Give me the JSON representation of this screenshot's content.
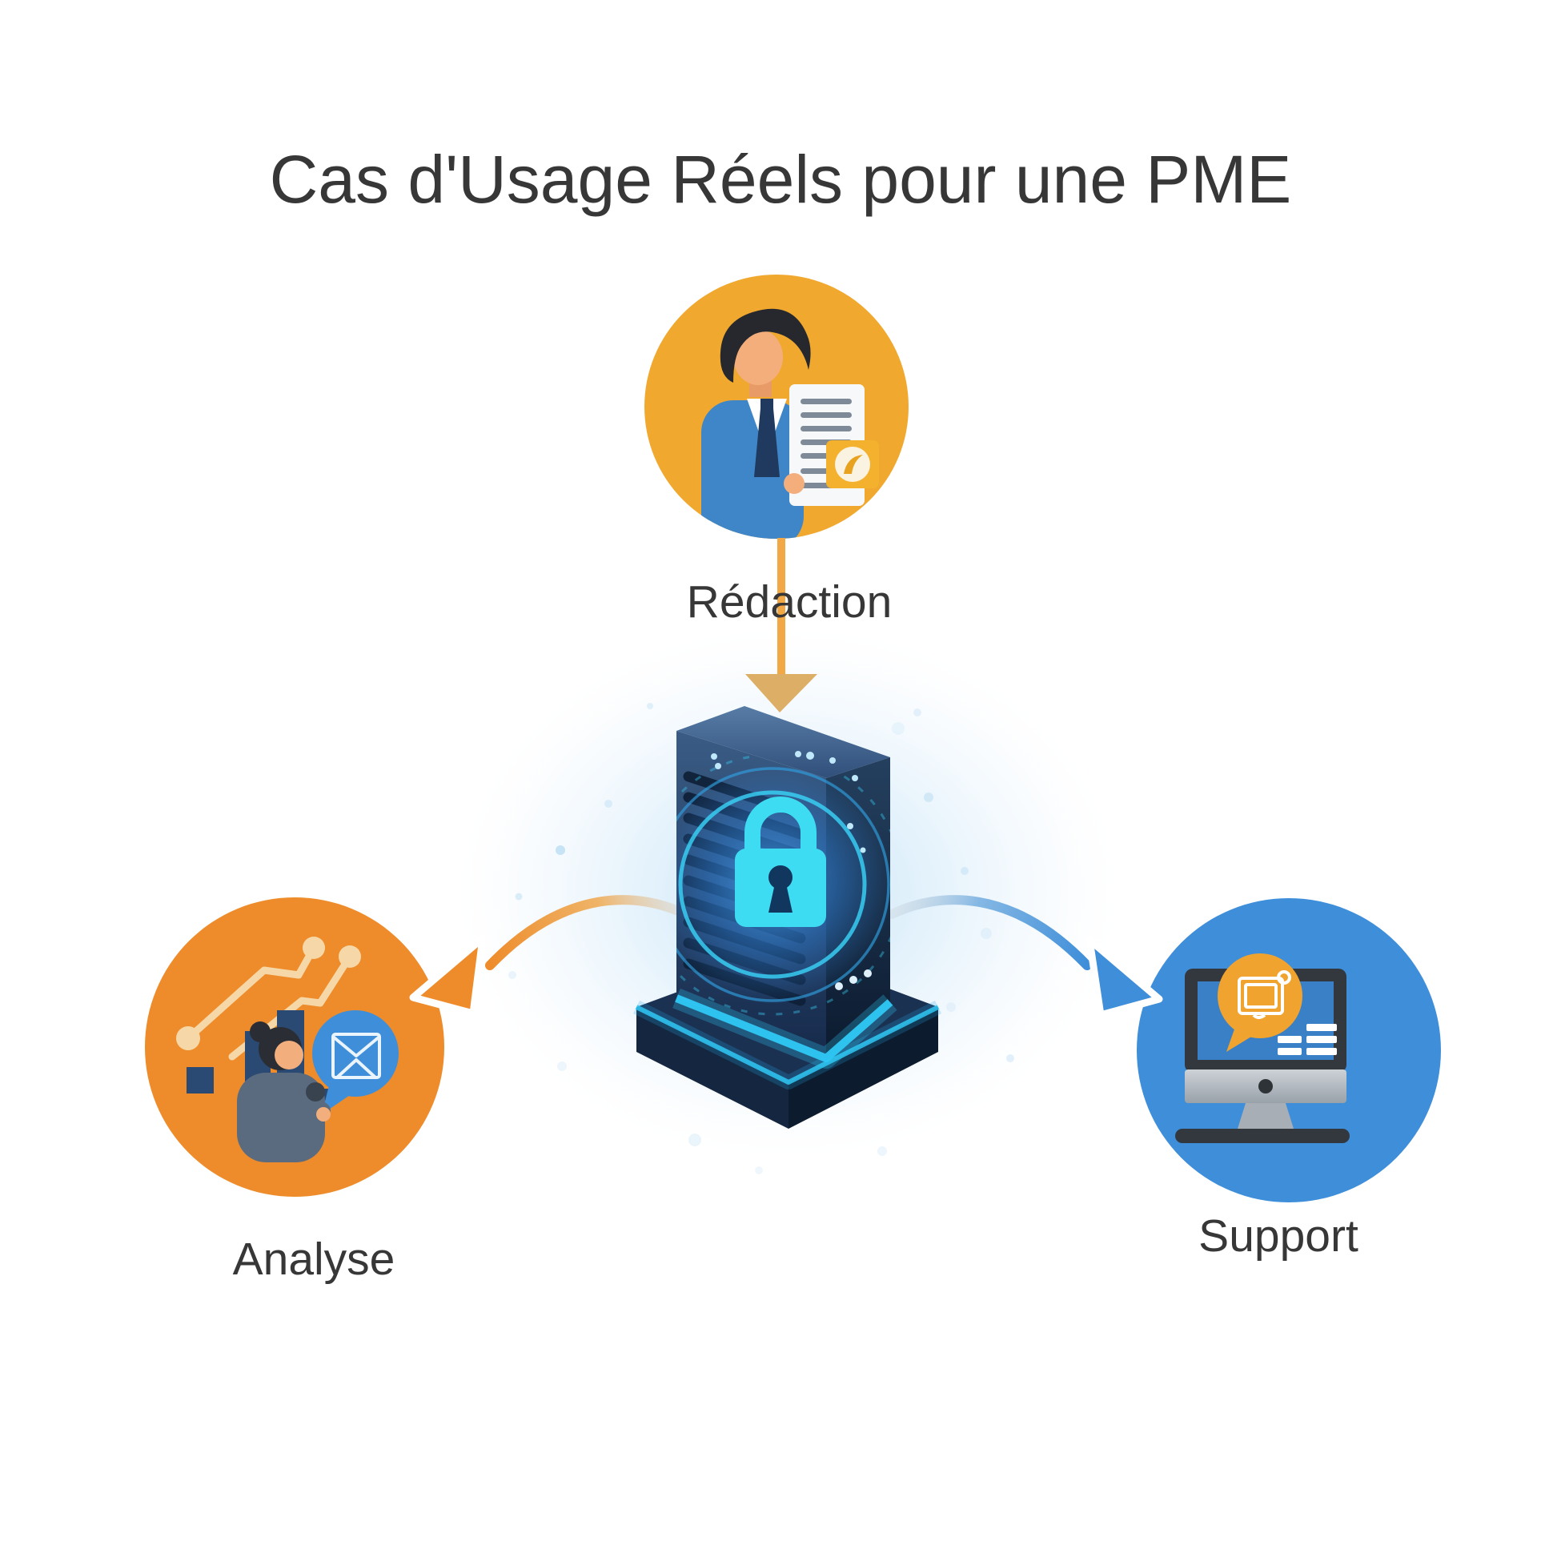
{
  "title": {
    "text": "Cas d'Usage Réels pour une PME"
  },
  "diagram": {
    "center_node": {
      "name": "secure-server",
      "icon": "secure-server-padlock-icon",
      "accent_color": "#3EDCF2",
      "body_color": "#24405F",
      "glow_color": "#CBE6F7",
      "neon_color": "#2FC8F5"
    },
    "nodes": [
      {
        "id": "redaction",
        "label": "Rédaction",
        "position": "top",
        "circle_color": "#F0A82F",
        "icon": "businessman-document-icon"
      },
      {
        "id": "analyse",
        "label": "Analyse",
        "position": "bottom-left",
        "circle_color": "#EE8C2B",
        "icon": "analytics-person-chart-icon"
      },
      {
        "id": "support",
        "label": "Support",
        "position": "bottom-right",
        "circle_color": "#3E8ED9",
        "icon": "desktop-monitor-chat-icon"
      }
    ],
    "arrows": [
      {
        "from": "redaction",
        "to": "center",
        "color": "#F2A845",
        "style": "straight-down"
      },
      {
        "from": "center",
        "to": "analyse",
        "color": "#EE8C2B",
        "style": "curved"
      },
      {
        "from": "center",
        "to": "support",
        "color": "#3E8ED9",
        "style": "curved"
      }
    ]
  },
  "colors": {
    "background": "#FFFFFF",
    "text": "#373737"
  }
}
